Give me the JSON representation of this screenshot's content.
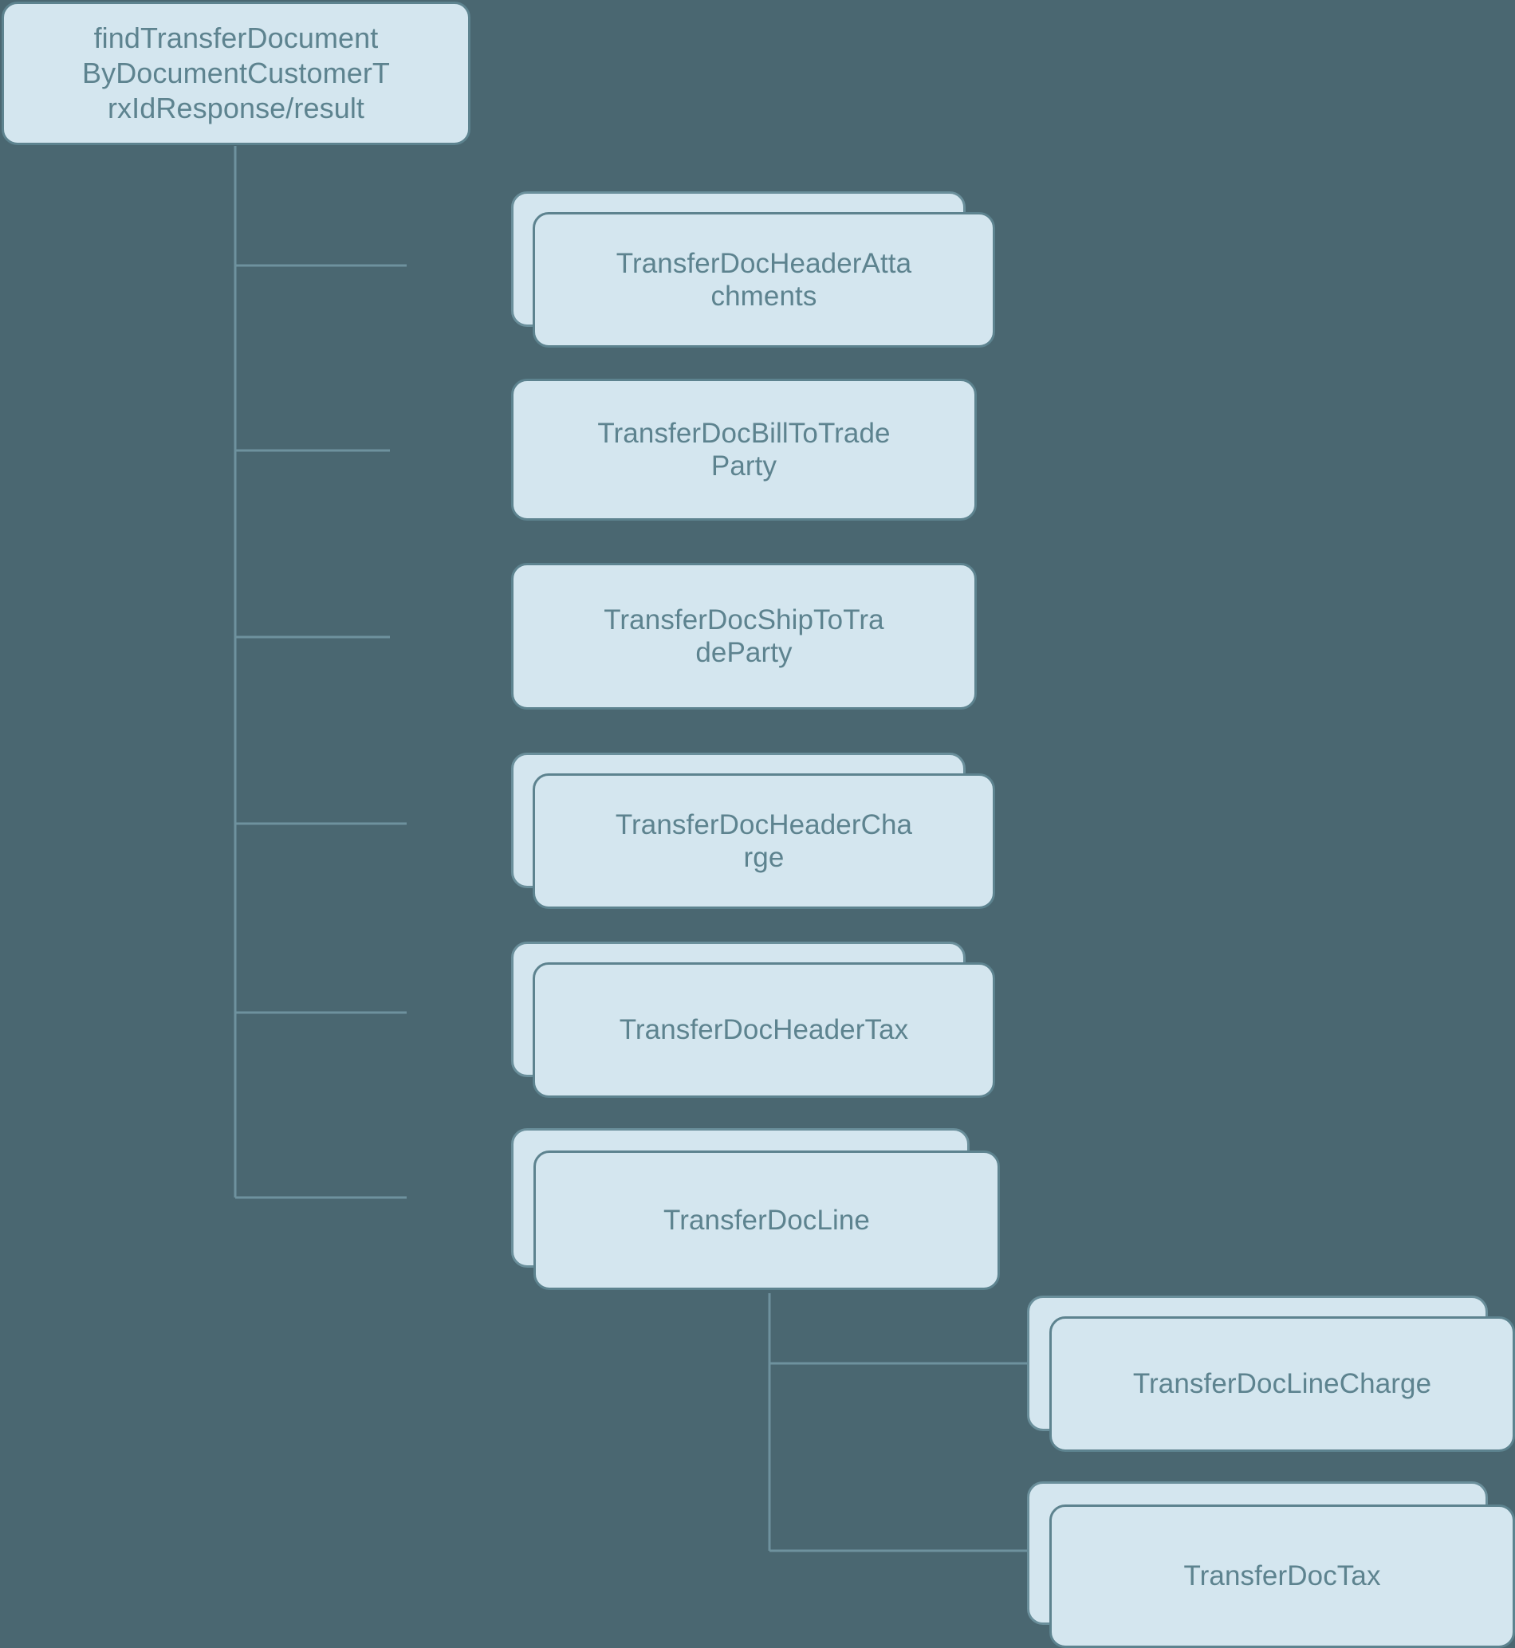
{
  "diagram": {
    "type": "tree",
    "title": "findTransferDocumentByDocumentCustomerTrxIdResponse/result schema tree",
    "background_color": "#4a6771",
    "node_fill_color": "#d4e6ef",
    "node_border_color": "#5d838f",
    "node_text_color": "#5d838f",
    "edge_color": "#6e929e",
    "nodes": [
      {
        "id": "root",
        "label": "findTransferDocument\nByDocumentCustomerT\nrxIdResponse/result",
        "stacked": false,
        "level": 0
      },
      {
        "id": "header-attachments",
        "label": "TransferDocHeaderAtta\nchments",
        "stacked": true,
        "level": 1
      },
      {
        "id": "bill-to-trade-party",
        "label": "TransferDocBillToTrade\nParty",
        "stacked": false,
        "level": 1
      },
      {
        "id": "ship-to-trade-party",
        "label": "TransferDocShipToTra\ndeParty",
        "stacked": false,
        "level": 1
      },
      {
        "id": "header-charge",
        "label": "TransferDocHeaderCha\nrge",
        "stacked": true,
        "level": 1
      },
      {
        "id": "header-tax",
        "label": "TransferDocHeaderTax",
        "stacked": true,
        "level": 1
      },
      {
        "id": "doc-line",
        "label": "TransferDocLine",
        "stacked": true,
        "level": 1
      },
      {
        "id": "line-charge",
        "label": "TransferDocLineCharge",
        "stacked": true,
        "level": 2
      },
      {
        "id": "doc-tax",
        "label": "TransferDocTax",
        "stacked": true,
        "level": 2
      }
    ],
    "edges": [
      {
        "from": "root",
        "to": "header-attachments"
      },
      {
        "from": "root",
        "to": "bill-to-trade-party"
      },
      {
        "from": "root",
        "to": "ship-to-trade-party"
      },
      {
        "from": "root",
        "to": "header-charge"
      },
      {
        "from": "root",
        "to": "header-tax"
      },
      {
        "from": "root",
        "to": "doc-line"
      },
      {
        "from": "doc-line",
        "to": "line-charge"
      },
      {
        "from": "doc-line",
        "to": "doc-tax"
      }
    ]
  }
}
